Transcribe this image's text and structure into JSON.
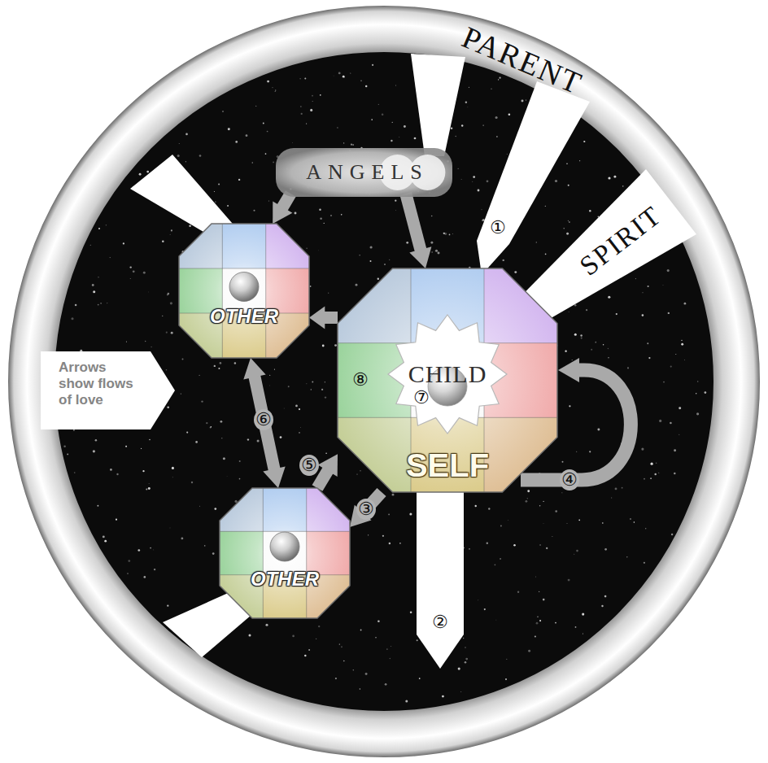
{
  "diagram": {
    "nodes": [
      {
        "text": [
          "ANGELS"
        ]
      },
      {
        "text": [
          "OTHER"
        ]
      },
      {
        "text": [
          "SELF"
        ]
      },
      {
        "text": [
          "CHILD"
        ],
        "in": 2
      },
      {
        "text": [
          "OTHER"
        ]
      }
    ],
    "edges": [
      {
        "from": 0,
        "to": 2,
        "arrow": "to"
      },
      {
        "from": 0,
        "to": 1,
        "arrow": "to"
      },
      {
        "from": 2,
        "to": 1,
        "arrow": "to"
      },
      {
        "from": 1,
        "to": 4,
        "arrow": "both"
      },
      {
        "from": 4,
        "to": 2,
        "arrow": "to"
      },
      {
        "from": 2,
        "to": 4,
        "arrow": "to"
      }
    ],
    "labels": [
      "PARENT",
      "SPIRIT",
      "Arrows show flows of love",
      "①",
      "②",
      "③",
      "④",
      "⑤",
      "⑥",
      "⑦",
      "⑧"
    ]
  }
}
